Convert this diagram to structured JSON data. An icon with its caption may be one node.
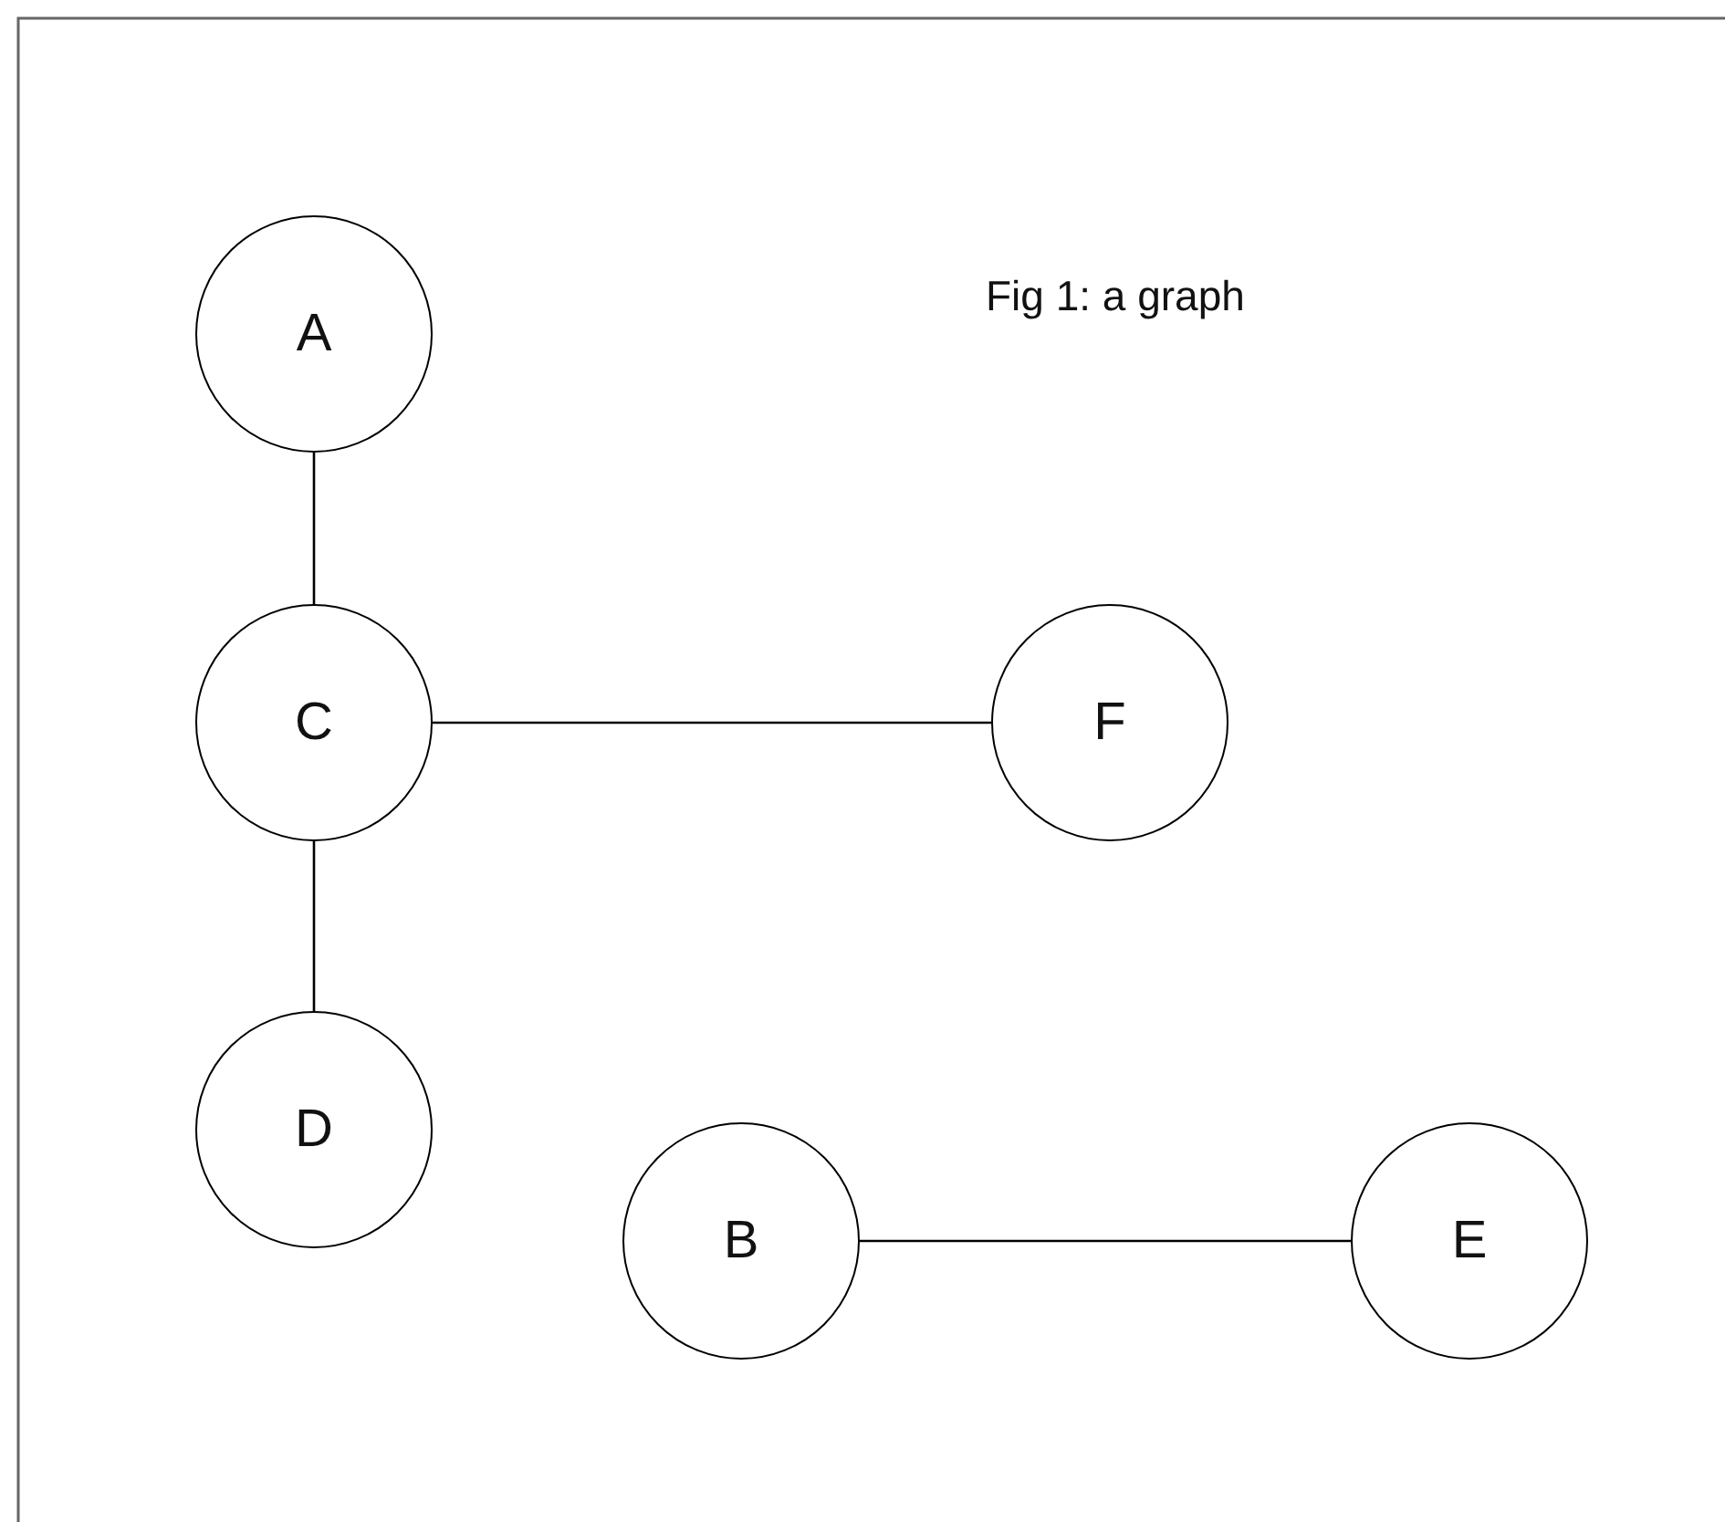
{
  "diagram": {
    "title": "Fig 1: a graph",
    "nodes": [
      {
        "text": [
          "A"
        ]
      },
      {
        "text": [
          "C"
        ]
      },
      {
        "text": [
          "F"
        ]
      },
      {
        "text": [
          "D"
        ]
      },
      {
        "text": [
          "B"
        ]
      },
      {
        "text": [
          "E"
        ]
      }
    ],
    "edges": [
      {
        "from": 0,
        "to": 1,
        "arrow": "none"
      },
      {
        "from": 1,
        "to": 2,
        "arrow": "none"
      },
      {
        "from": 1,
        "to": 3,
        "arrow": "none"
      },
      {
        "from": 4,
        "to": 5,
        "arrow": "none"
      }
    ]
  }
}
